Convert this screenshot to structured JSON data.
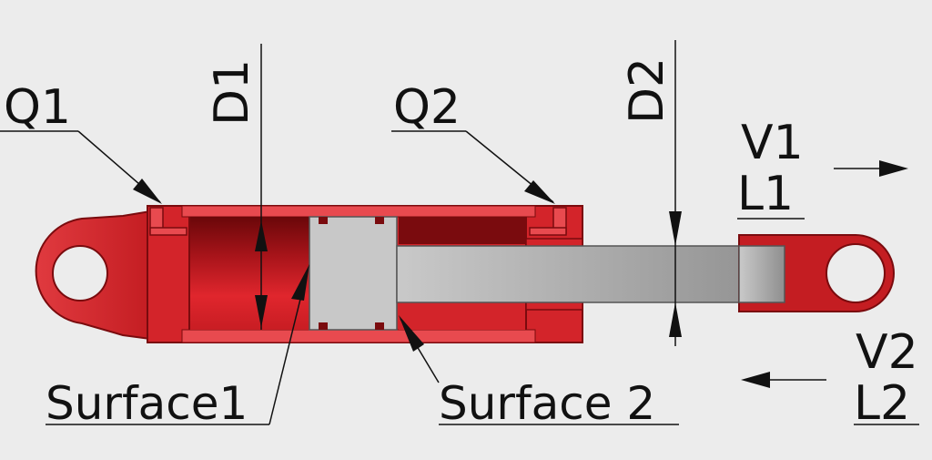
{
  "labels": {
    "q1": "Q1",
    "q2": "Q2",
    "d1": "D1",
    "d2": "D2",
    "v1": "V1",
    "l1": "L1",
    "v2": "V2",
    "l2": "L2",
    "surface1": "Surface1",
    "surface2": "Surface 2"
  },
  "colors": {
    "background": "#ececec",
    "cylinder_red": "#d3242a",
    "cylinder_dark_red": "#7a0b0e",
    "piston_grey": "#c8c8c8",
    "rod_grey": "#9d9d9d",
    "line": "#111111"
  }
}
